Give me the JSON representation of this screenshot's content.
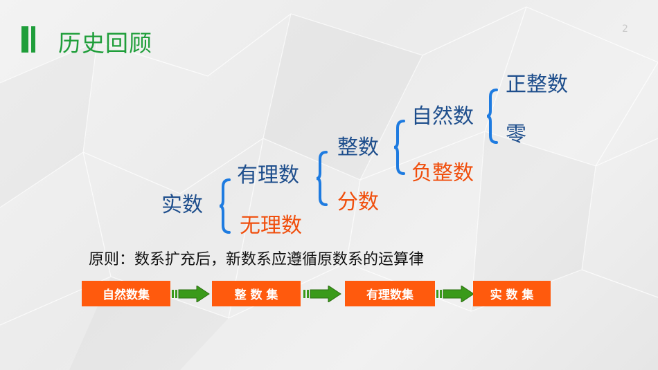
{
  "slide": {
    "title": "历史回顾",
    "page_number": "2"
  },
  "tree": {
    "real": "实数",
    "rational": "有理数",
    "irrational": "无理数",
    "integer": "整数",
    "fraction": "分数",
    "natural": "自然数",
    "negative_integer": "负整数",
    "positive_integer": "正整数",
    "zero": "零"
  },
  "principle": "原则：数系扩充后，新数系应遵循原数系的运算律",
  "flow": [
    "自然数集",
    "整 数 集",
    "有理数集",
    "实 数 集"
  ],
  "colors": {
    "title_green": "#1f9e3a",
    "term_blue": "#1e4e8c",
    "term_red": "#f04e0c",
    "box_orange": "#ff5a0d",
    "arrow_green": "#3a9a1a"
  }
}
